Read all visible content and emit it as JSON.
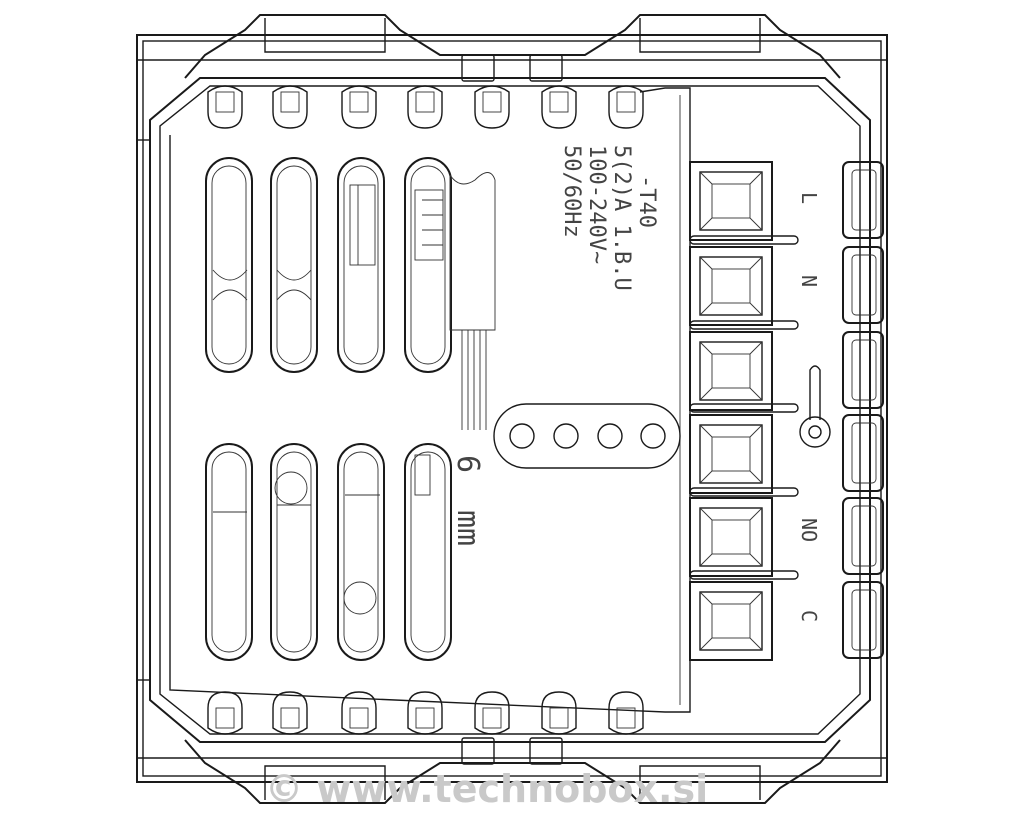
{
  "rating_lines": [
    "-T40",
    "5(2)A 1.B.U",
    "100-240V~",
    "50/60Hz"
  ],
  "wire_strip": {
    "value": "6",
    "unit": "mm"
  },
  "terminals": [
    "L",
    "N",
    "NO",
    "C"
  ],
  "watermark": "© www.technobox.si"
}
